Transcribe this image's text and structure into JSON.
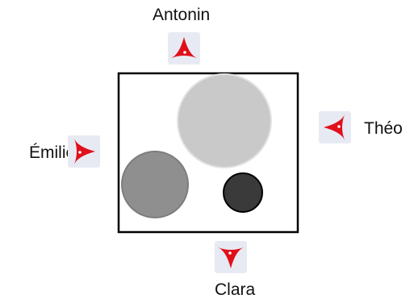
{
  "observers": {
    "top": {
      "name": "Antonin",
      "icon": "red-eye-icon"
    },
    "right": {
      "name": "Théo",
      "icon": "red-eye-icon"
    },
    "bottom": {
      "name": "Clara",
      "icon": "red-eye-icon"
    },
    "left": {
      "name": "Émilie",
      "icon": "red-eye-icon"
    }
  },
  "scene": {
    "spheres": [
      {
        "id": "large",
        "size": "large",
        "shade": "light-gray",
        "color": "#c9c9c9"
      },
      {
        "id": "medium",
        "size": "medium",
        "shade": "gray",
        "color": "#8f8f8f"
      },
      {
        "id": "small",
        "size": "small",
        "shade": "dark-gray",
        "color": "#3a3a3a"
      }
    ]
  },
  "colors": {
    "eye_red": "#e0101a",
    "eye_background": "#e8eaf3",
    "frame": "#000000"
  }
}
